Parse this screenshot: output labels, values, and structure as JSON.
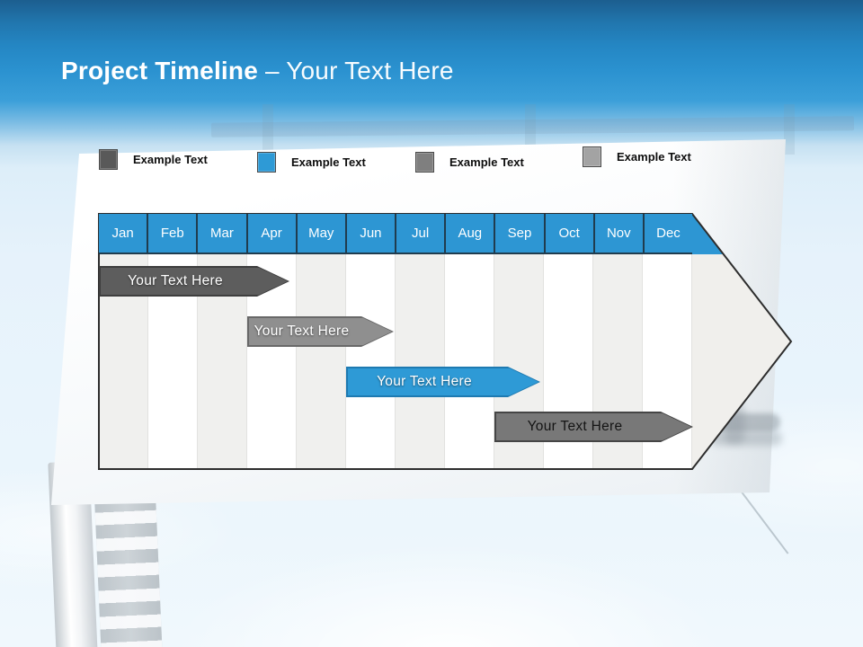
{
  "title": {
    "main": "Project Timeline",
    "suffix": "– Your Text Here"
  },
  "legend": {
    "items": [
      {
        "label": "Example Text",
        "color": "#595959"
      },
      {
        "label": "Example Text",
        "color": "#2e9ad6"
      },
      {
        "label": "Example Text",
        "color": "#7f7f7f"
      },
      {
        "label": "Example Text",
        "color": "#a3a3a3"
      }
    ]
  },
  "timeline": {
    "header_color": "#2d96d3",
    "months": [
      "Jan",
      "Feb",
      "Mar",
      "Apr",
      "May",
      "Jun",
      "Jul",
      "Aug",
      "Sep",
      "Oct",
      "Nov",
      "Dec"
    ],
    "arrow_fill": "#f0efec",
    "bars": [
      {
        "label": "Your Text Here",
        "color": "#5d5d5d",
        "border_color": "#3e3e3e",
        "text_color": "#ffffff",
        "span": "Jan–Apr"
      },
      {
        "label": "Your Text Here",
        "color": "#8f8f8f",
        "border_color": "#686868",
        "text_color": "#ffffff",
        "span": "Apr–Jun"
      },
      {
        "label": "Your Text Here",
        "color": "#2e9ad6",
        "border_color": "#1e7ab1",
        "text_color": "#ffffff",
        "span": "Jun–Sep"
      },
      {
        "label": "Your Text Here",
        "color": "#787878",
        "border_color": "#454545",
        "text_color": "#141414",
        "span": "Sep–Dec"
      }
    ]
  }
}
